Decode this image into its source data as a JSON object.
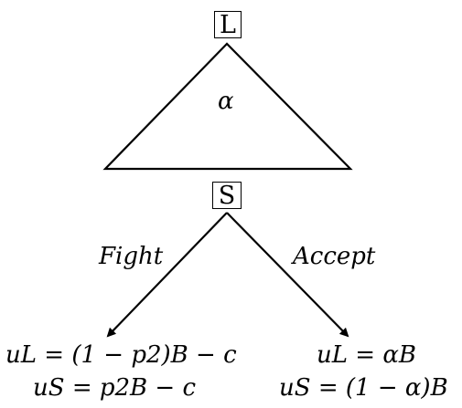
{
  "nodes": {
    "top_player": "L",
    "second_player": "S"
  },
  "triangle": {
    "label": "α"
  },
  "branches": {
    "left": "Fight",
    "right": "Accept"
  },
  "payoffs": {
    "fight": {
      "u_l": "uL = (1 − p2)B − c",
      "u_s": "uS = p2B − c"
    },
    "accept": {
      "u_l": "uL = αB",
      "u_s": "uS = (1 − α)B"
    }
  }
}
